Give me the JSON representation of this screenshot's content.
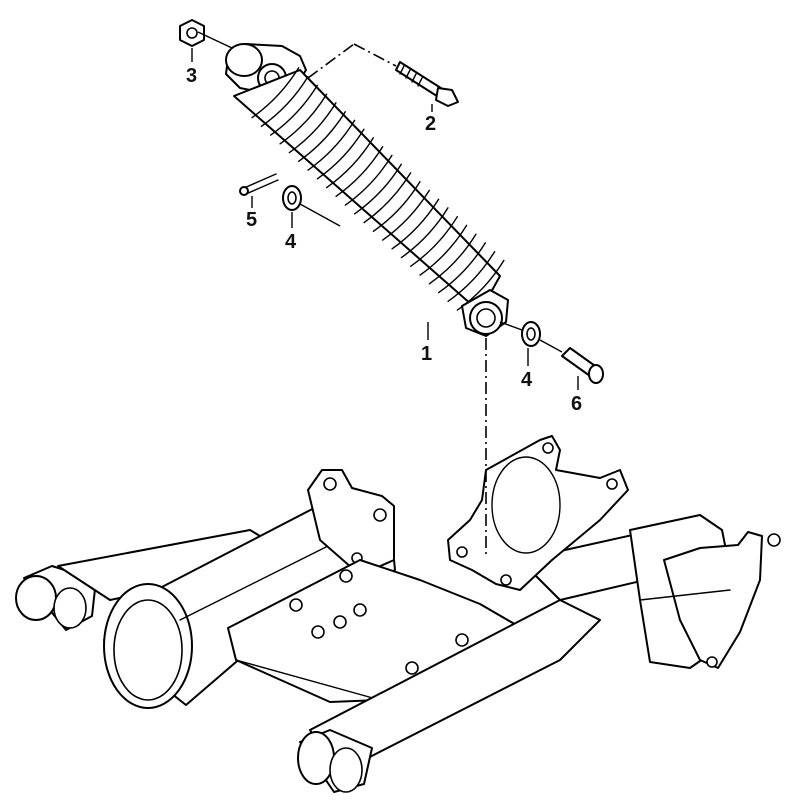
{
  "callouts": [
    {
      "number": "1"
    },
    {
      "number": "2"
    },
    {
      "number": "3"
    },
    {
      "number": "4"
    },
    {
      "number": "4"
    },
    {
      "number": "5"
    },
    {
      "number": "6"
    }
  ]
}
